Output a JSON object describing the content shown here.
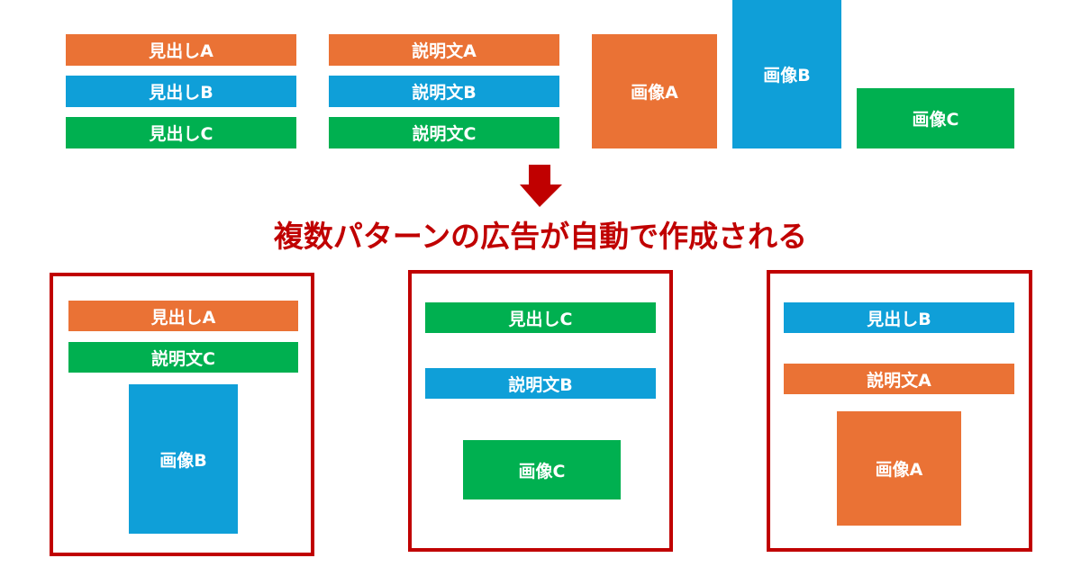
{
  "inputs": {
    "headlines": [
      "見出しA",
      "見出しB",
      "見出しC"
    ],
    "descriptions": [
      "説明文A",
      "説明文B",
      "説明文C"
    ],
    "images": [
      "画像A",
      "画像B",
      "画像C"
    ]
  },
  "caption": "複数パターンの広告が自動で作成される",
  "ads": [
    {
      "headline": "見出しA",
      "description": "説明文C",
      "image": "画像B"
    },
    {
      "headline": "見出しC",
      "description": "説明文B",
      "image": "画像C"
    },
    {
      "headline": "見出しB",
      "description": "説明文A",
      "image": "画像A"
    }
  ],
  "colors": {
    "orange": "#EA7235",
    "blue": "#0F9FD8",
    "green": "#00B050",
    "red": "#C00000"
  }
}
